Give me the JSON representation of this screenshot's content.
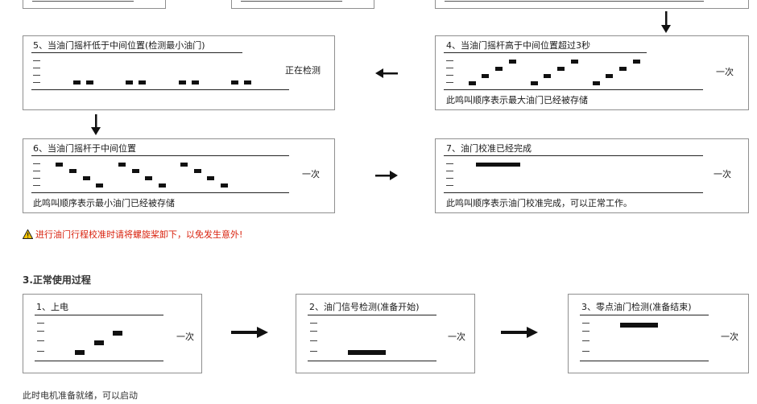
{
  "step5": {
    "title": "5、当油门摇杆低于中间位置(检测最小油门)",
    "side": "正在检测"
  },
  "step4": {
    "title": "4、当油门摇杆高于中间位置超过3秒",
    "side": "一次",
    "note": "此鸣叫顺序表示最大油门已经被存储"
  },
  "step6": {
    "title": "6、当油门摇杆于中间位置",
    "side": "一次",
    "note": "此鸣叫顺序表示最小油门已经被存储"
  },
  "step7": {
    "title": "7、油门校准已经完成",
    "side": "一次",
    "note": "此鸣叫顺序表示油门校准完成，可以正常工作。"
  },
  "warning": "进行油门行程校准时请将螺旋桨卸下，以免发生意外!",
  "section_heading": "3.正常使用过程",
  "normal1": {
    "title": "1、上电",
    "side": "一次"
  },
  "normal2": {
    "title": "2、油门信号检测(准备开始)",
    "side": "一次"
  },
  "normal3": {
    "title": "3、零点油门检测(准备结束)",
    "side": "一次"
  },
  "footer": "此时电机准备就绪，可以启动",
  "colors": {
    "warning": "#d9230f",
    "border": "#8f8f8f",
    "ink": "#111111"
  }
}
